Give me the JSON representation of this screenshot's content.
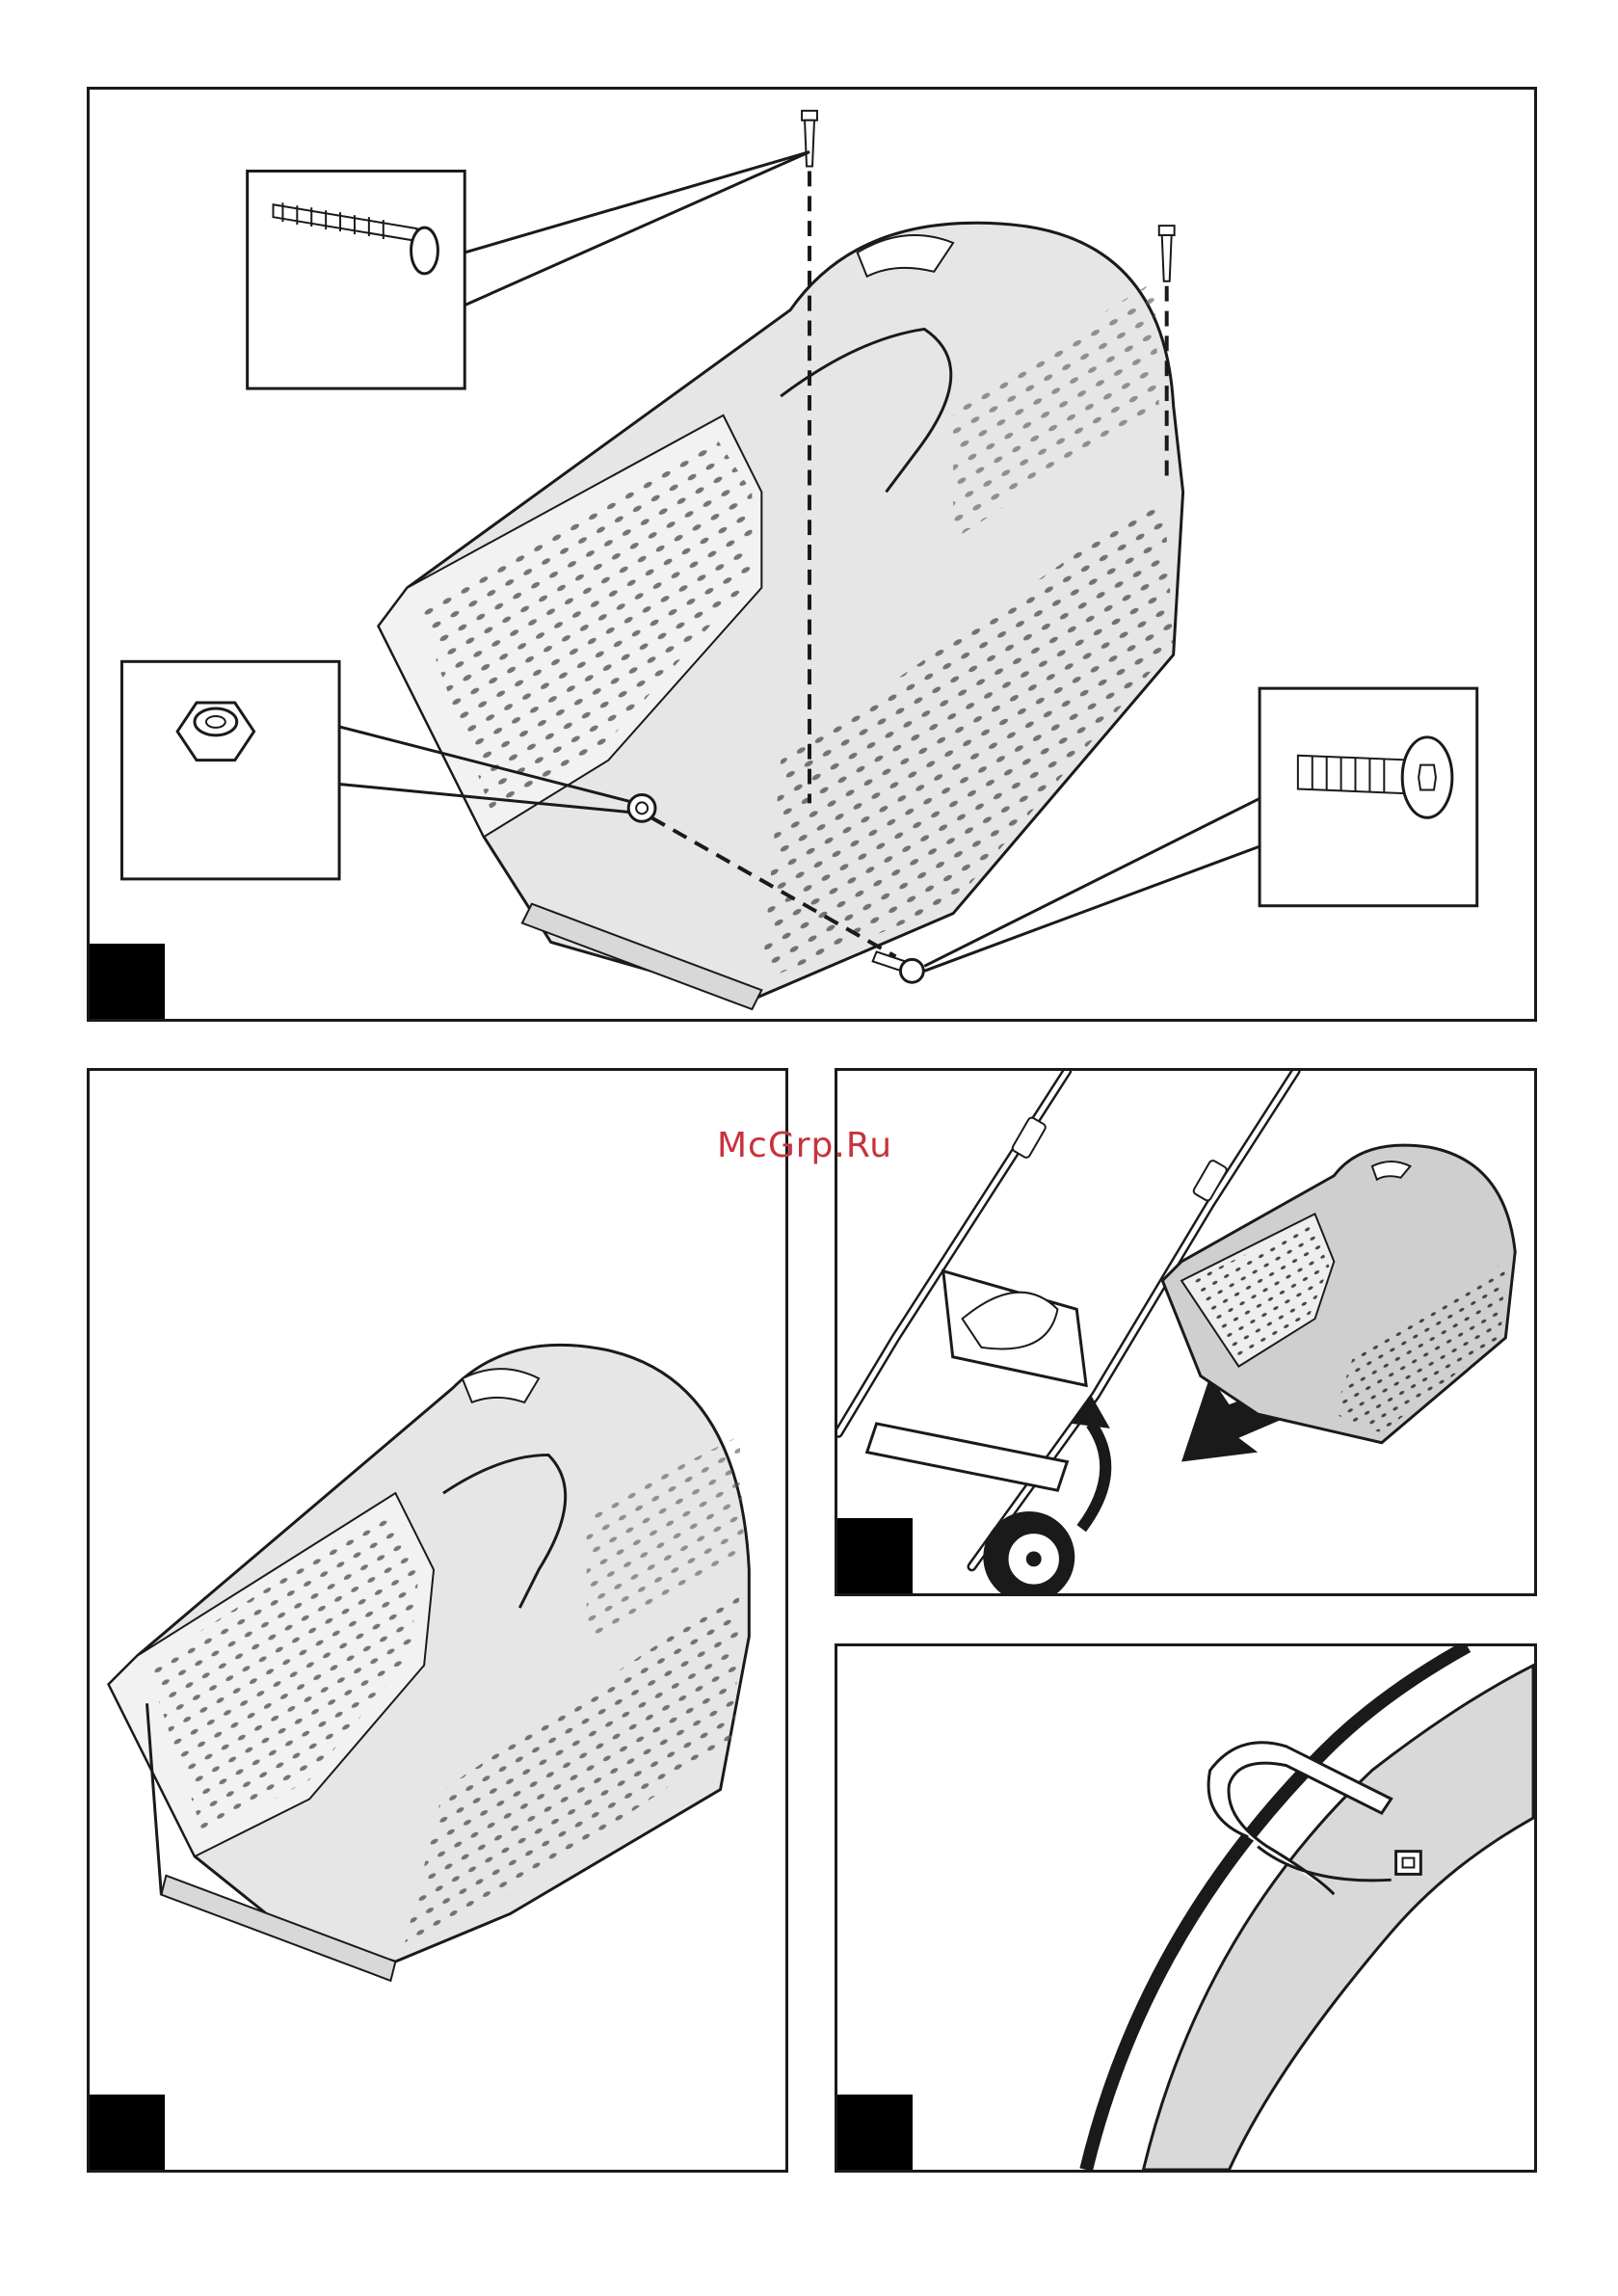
{
  "watermark": {
    "text": "McGrp.Ru",
    "color": "#c8323c"
  },
  "colors": {
    "line": "#1a1a1a",
    "fill": "#e6e6e6",
    "panel_marker": "#000000"
  },
  "panels": [
    {
      "id": "step-1",
      "illustration": "grass-catcher-assembly-screws"
    },
    {
      "id": "step-2",
      "illustration": "grass-catcher-assembled"
    },
    {
      "id": "step-3",
      "illustration": "attach-catcher-to-mower"
    },
    {
      "id": "step-4",
      "illustration": "cable-tie-on-handle"
    }
  ]
}
